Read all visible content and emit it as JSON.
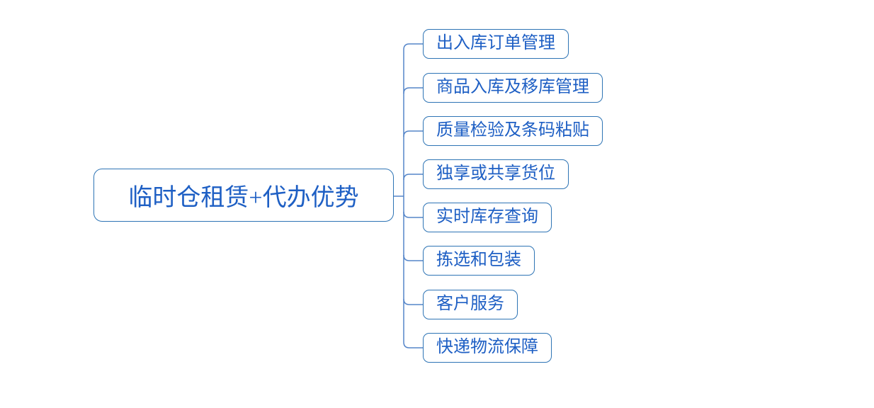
{
  "diagram": {
    "type": "mindmap",
    "root": {
      "label": "临时仓租赁+代办优势"
    },
    "children": [
      {
        "label": "出入库订单管理"
      },
      {
        "label": "商品入库及移库管理"
      },
      {
        "label": "质量检验及条码粘贴"
      },
      {
        "label": "独享或共享货位"
      },
      {
        "label": "实时库存查询"
      },
      {
        "label": "拣选和包装"
      },
      {
        "label": "客户服务"
      },
      {
        "label": "快递物流保障"
      }
    ],
    "colors": {
      "node_border": "#2E74B5",
      "node_text": "#1E5FC4",
      "connector": "#5585C9",
      "background": "#FFFFFF"
    }
  }
}
